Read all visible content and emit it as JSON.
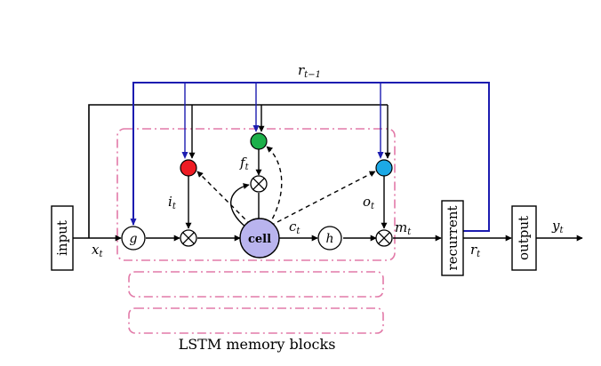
{
  "blocks": {
    "input": "input",
    "recurrent": "recurrent",
    "output": "output",
    "cell": "cell"
  },
  "functions": {
    "g": "g",
    "h": "h"
  },
  "signals": {
    "x_main": "x",
    "x_sub": "t",
    "r_prev_main": "r",
    "r_prev_sub": "t−1",
    "r_main": "r",
    "r_sub": "t",
    "y_main": "y",
    "y_sub": "t",
    "m_main": "m",
    "m_sub": "t",
    "c_main": "c",
    "c_sub": "t",
    "i_main": "i",
    "i_sub": "t",
    "f_main": "f",
    "f_sub": "t",
    "o_main": "o",
    "o_sub": "t"
  },
  "caption": "LSTM memory blocks",
  "colors": {
    "input_gate": "#ee1c24",
    "forget_gate": "#1db04a",
    "output_gate": "#1ca9e6",
    "cell_fill": "#b9b4ee",
    "recurrent_wire": "#1c1cb0",
    "block_border": "#e27aa8",
    "ink": "#000000"
  }
}
